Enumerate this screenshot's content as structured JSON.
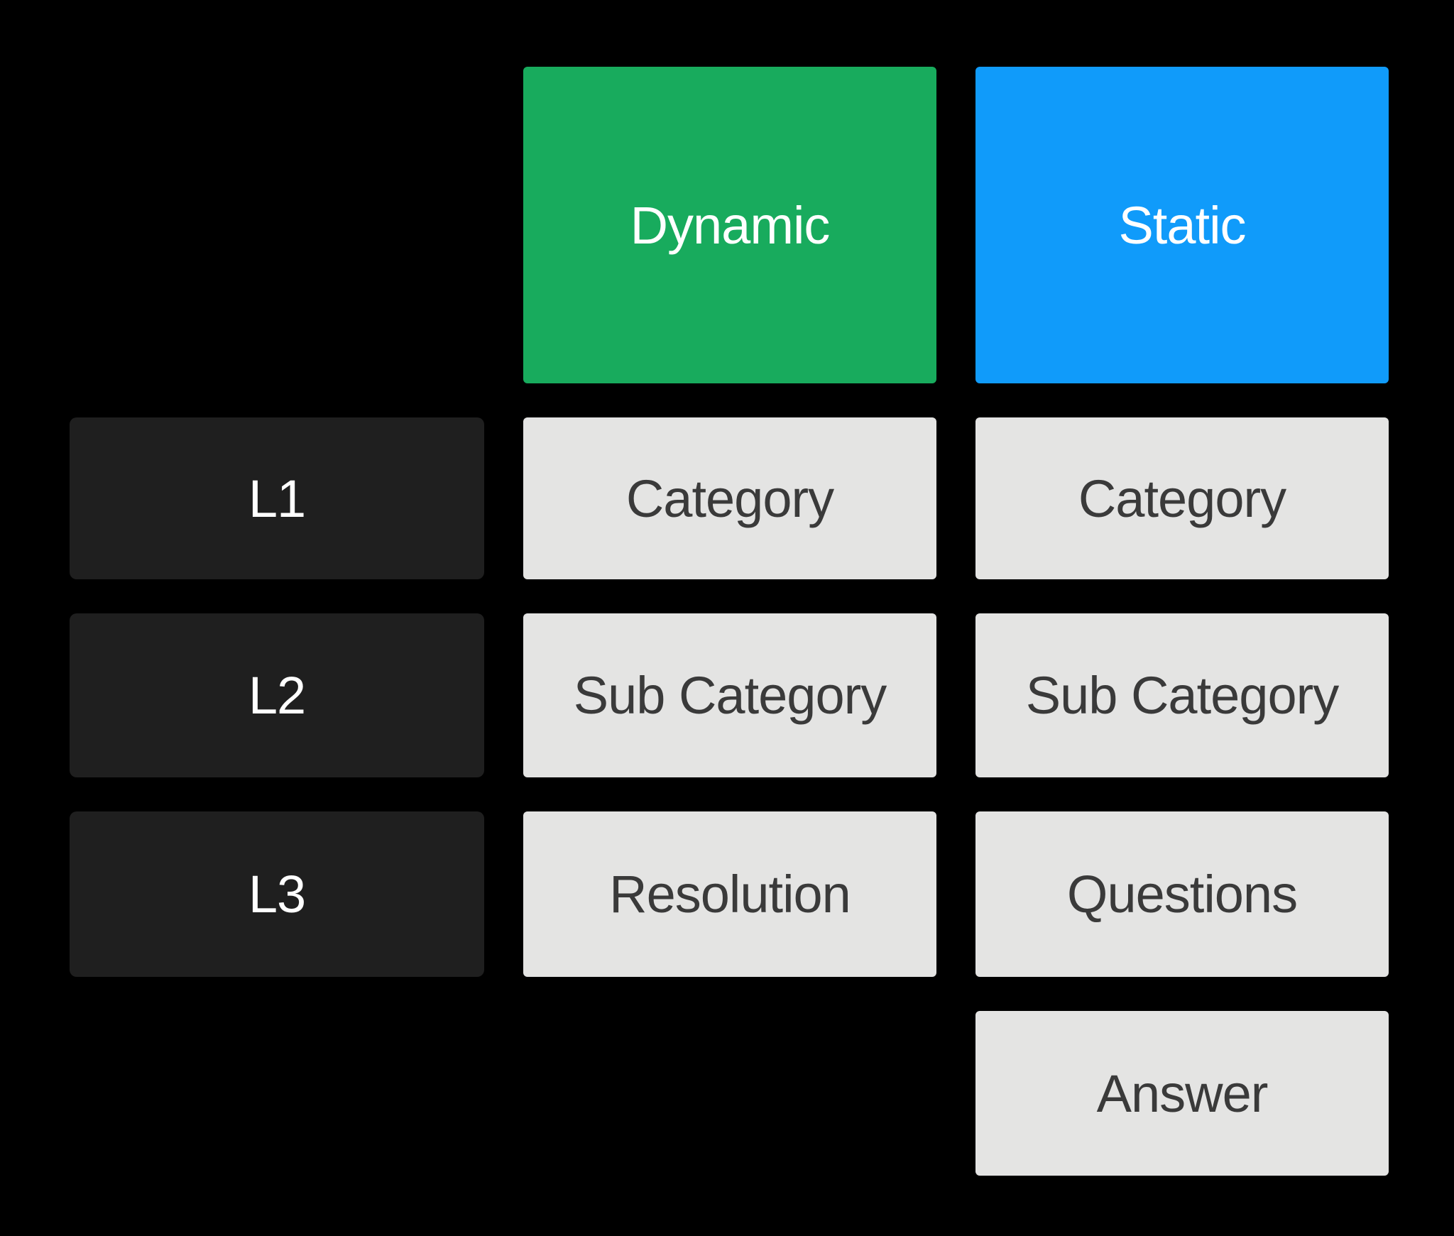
{
  "diagram": {
    "background": "#000000",
    "headers": {
      "dynamic": {
        "label": "Dynamic",
        "color": "#18AB5D",
        "text_color": "#FFFFFF"
      },
      "static": {
        "label": "Static",
        "color": "#109BFA",
        "text_color": "#FFFFFF"
      }
    },
    "levels": [
      {
        "label": "L1"
      },
      {
        "label": "L2"
      },
      {
        "label": "L3"
      }
    ],
    "level_box_color": "#1F1F1F",
    "level_text_color": "#FFFFFF",
    "cell_box_color": "#E4E4E3",
    "cell_text_color": "#3A3A3A",
    "dynamic_rows": [
      {
        "label": "Category"
      },
      {
        "label": "Sub Category"
      },
      {
        "label": "Resolution"
      }
    ],
    "static_rows": [
      {
        "label": "Category"
      },
      {
        "label": "Sub Category"
      },
      {
        "label": "Questions"
      },
      {
        "label": "Answer"
      }
    ]
  }
}
